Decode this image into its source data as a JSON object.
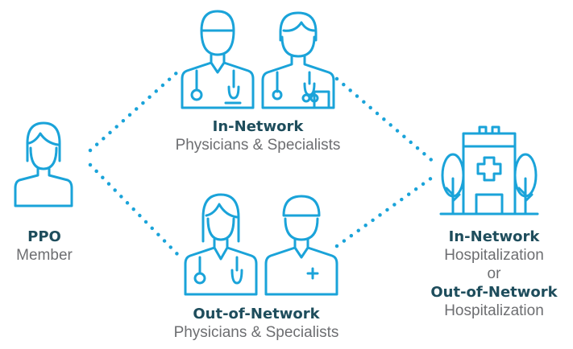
{
  "colors": {
    "accent": "#1aa3d9",
    "label_dark": "#1e4d5c",
    "label_gray": "#6d6e71"
  },
  "nodes": {
    "member": {
      "title": "PPO",
      "subtitle": "Member",
      "icon": "member-icon"
    },
    "in_network_physicians": {
      "title": "In-Network",
      "subtitle": "Physicians & Specialists",
      "icons": [
        "surgeon-icon",
        "doctor-stethoscope-icon"
      ]
    },
    "out_network_physicians": {
      "title": "Out-of-Network",
      "subtitle": "Physicians & Specialists",
      "icons": [
        "female-doctor-icon",
        "nurse-icon"
      ]
    },
    "hospital": {
      "line1": "In-Network",
      "line2": "Hospitalization",
      "or": "or",
      "line3": "Out-of-Network",
      "line4": "Hospitalization",
      "icon": "hospital-icon"
    }
  }
}
